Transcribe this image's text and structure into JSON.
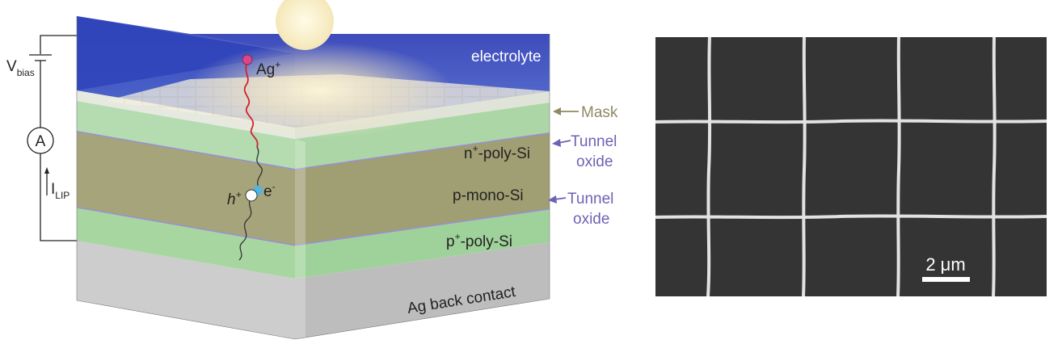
{
  "left_panel": {
    "circuit": {
      "voltage_symbol": "V",
      "voltage_subscript": "bias",
      "ammeter_symbol": "A",
      "current_symbol": "I",
      "current_subscript": "LIP"
    },
    "layers": {
      "electrolyte": "electrolyte",
      "n_poly": {
        "base": "n",
        "sup": "+",
        "rest": "-poly-Si"
      },
      "p_mono": "p-mono-Si",
      "p_poly": {
        "base": "p",
        "sup": "+",
        "rest": "-poly-Si"
      },
      "back_contact": "Ag back contact"
    },
    "annotations": {
      "mask": "Mask",
      "tunnel_oxide_1": [
        "Tunnel",
        "oxide"
      ],
      "tunnel_oxide_2": [
        "Tunnel",
        "oxide"
      ]
    },
    "carriers": {
      "ion": {
        "base": "Ag",
        "sup": "+"
      },
      "electron": {
        "base": "e",
        "sup": "-"
      },
      "hole": {
        "base": "h",
        "sup": "+"
      }
    },
    "colors": {
      "electrolyte": "#2d43b8",
      "n_poly_layer": "#b6dcb0",
      "p_mono_layer": "#a9a77c",
      "p_poly_layer": "#a8d8a2",
      "back_contact": "#cfcfcf",
      "mask_label": "#8f8a63",
      "tunnel_label": "#6e62b5",
      "ion_path": "#d3202f"
    }
  },
  "right_panel": {
    "scale_bar_label": "2 μm",
    "background_color": "#333333",
    "grid_line_color": "#e2e2e2"
  }
}
